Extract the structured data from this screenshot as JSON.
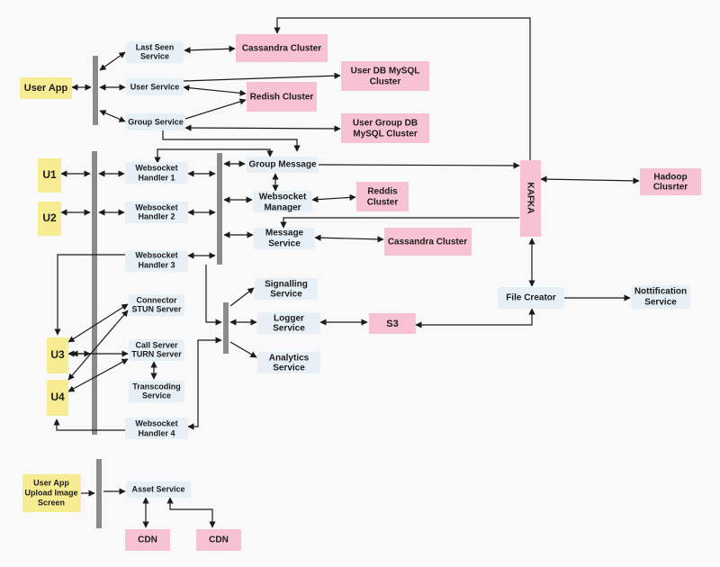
{
  "nodes": {
    "user_app": "User App",
    "last_seen_service": [
      "Last Seen",
      "Service"
    ],
    "user_service": "User Service",
    "group_service": "Group Service",
    "cassandra_cluster_1": "Cassandra Cluster",
    "user_db": [
      "User DB MySQL",
      "Cluster"
    ],
    "redish_cluster": "Redish Cluster",
    "user_group_db": [
      "User Group DB",
      "MySQL Cluster"
    ],
    "u1": "U1",
    "u2": "U2",
    "u3": "U3",
    "u4": "U4",
    "ws_handler_1": [
      "Websocket",
      "Handler 1"
    ],
    "ws_handler_2": [
      "Websocket",
      "Handler 2"
    ],
    "ws_handler_3": [
      "Websocket",
      "Handler 3"
    ],
    "ws_handler_4": [
      "Websocket",
      "Handler 4"
    ],
    "group_message": "Group Message",
    "ws_manager": [
      "Websocket",
      "Manager"
    ],
    "reddis_cluster": [
      "Reddis",
      "Cluster"
    ],
    "message_service": [
      "Message",
      "Service"
    ],
    "cassandra_cluster_2": "Cassandra Cluster",
    "kafka": "KAFKA",
    "hadoop_cluster": [
      "Hadoop",
      "Clusrter"
    ],
    "connector_stun": [
      "Connector",
      "STUN Server"
    ],
    "call_turn": [
      "Call Server",
      "TURN Server"
    ],
    "transcoding": [
      "Transcoding",
      "Service"
    ],
    "signalling": [
      "Signalling",
      "Service"
    ],
    "logger": [
      "Logger",
      "Service"
    ],
    "analytics": [
      "Analytics",
      "Service"
    ],
    "s3": "S3",
    "file_creator": "File Creator",
    "notification": [
      "Nottification",
      "Service"
    ],
    "upload_screen": [
      "User App",
      "Upload Image",
      "Screen"
    ],
    "asset_service": "Asset Service",
    "cdn_1": "CDN",
    "cdn_2": "CDN"
  }
}
